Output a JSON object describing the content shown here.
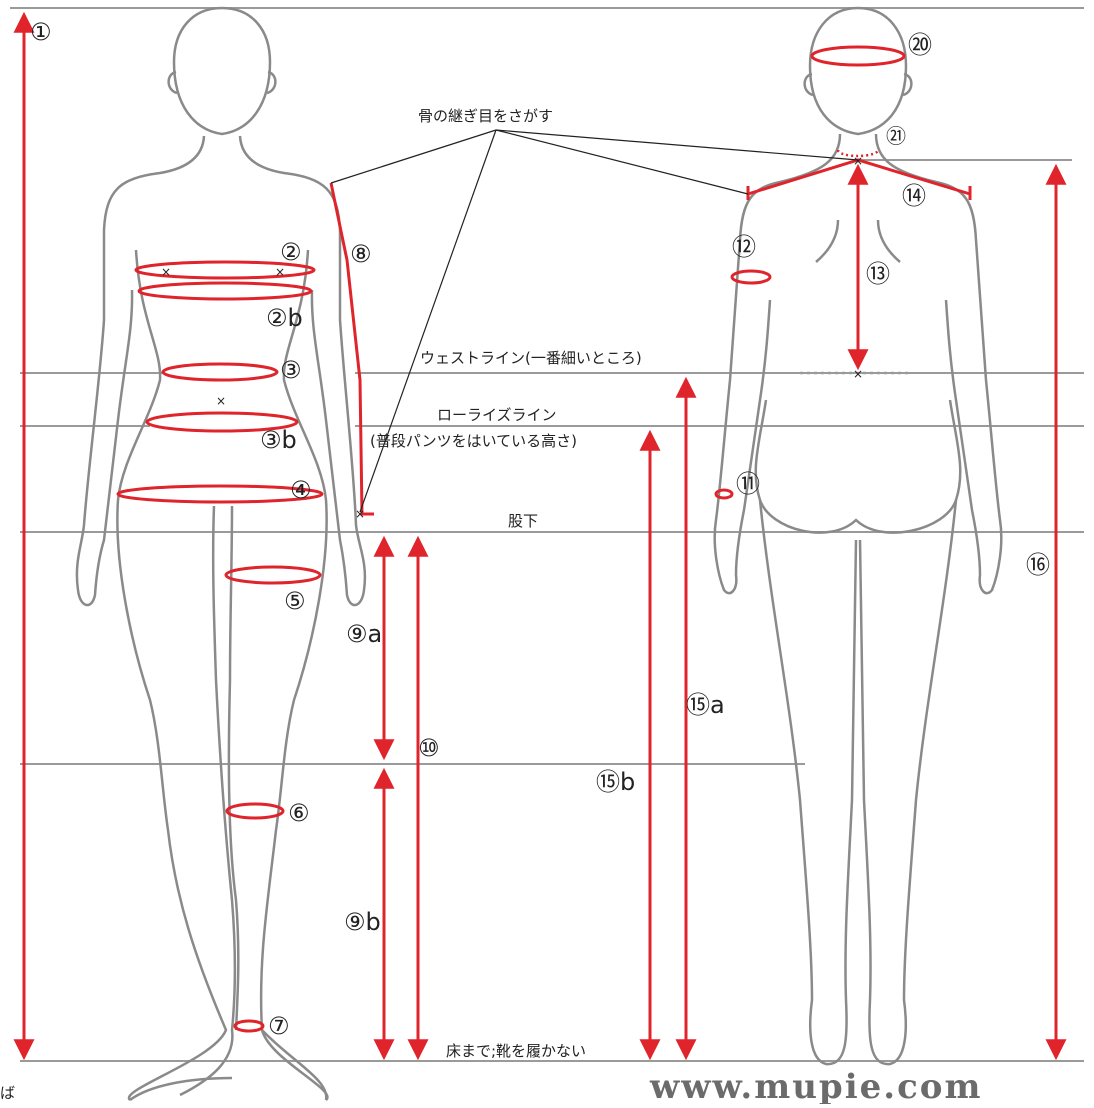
{
  "labels": {
    "bone_seam": "骨の継ぎ目をさがす",
    "waistline": "ウェストライン(一番細いところ)",
    "lowrise_line": "ローライズライン",
    "lowrise_note": "(普段パンツをはいている高さ)",
    "crotch": "股下",
    "floor_note": "床まで;靴を履かない",
    "corner_fragment": "ば",
    "watermark": "www.mupie.com"
  },
  "markers": {
    "m1": "①",
    "m2": "②",
    "m2b": "②b",
    "m3": "③",
    "m3b": "③b",
    "m4": "④",
    "m5": "⑤",
    "m6": "⑥",
    "m7": "⑦",
    "m8": "⑧",
    "m9a": "⑨a",
    "m9b": "⑨b",
    "m10": "⑩",
    "m11": "⑪",
    "m12": "⑫",
    "m13": "⑬",
    "m14": "⑭",
    "m15a": "⑮a",
    "m15b": "⑮b",
    "m16": "⑯",
    "m20": "⑳",
    "m21": "㉑",
    "x_mark": "×"
  },
  "colors": {
    "measure_red": "#e0242b",
    "body_outline": "#8a8a8a",
    "guide_line": "#9a9a9a",
    "text": "#222222",
    "watermark": "#6b6b6b"
  }
}
